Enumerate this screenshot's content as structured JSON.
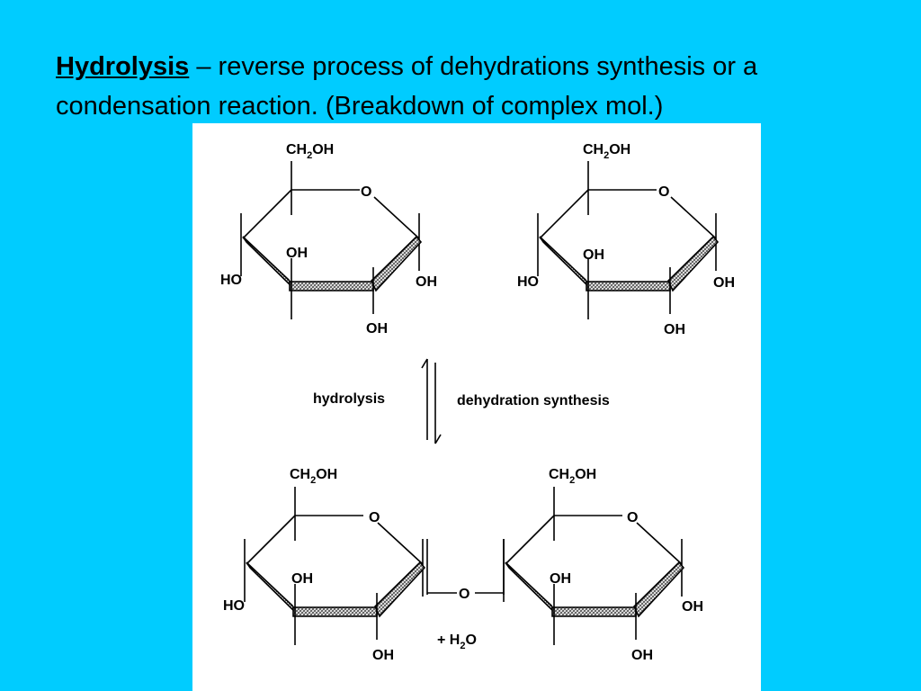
{
  "slide": {
    "title_term": "Hydrolysis",
    "title_dash": " – ",
    "title_rest": "reverse process of dehydrations synthesis or a condensation reaction. (Breakdown of complex mol.)",
    "background_color": "#00CCFF"
  },
  "diagram": {
    "group_label": "CH2OH",
    "group_main": "CH",
    "group_sub": "2",
    "group_tail": "OH",
    "oxygen": "O",
    "hydroxyl": "OH",
    "hydroxyl_left": "HO",
    "forward_label": "hydrolysis",
    "reverse_label": "dehydration synthesis",
    "byproduct_main": "+ H",
    "byproduct_sub": "2",
    "byproduct_tail": "O"
  }
}
